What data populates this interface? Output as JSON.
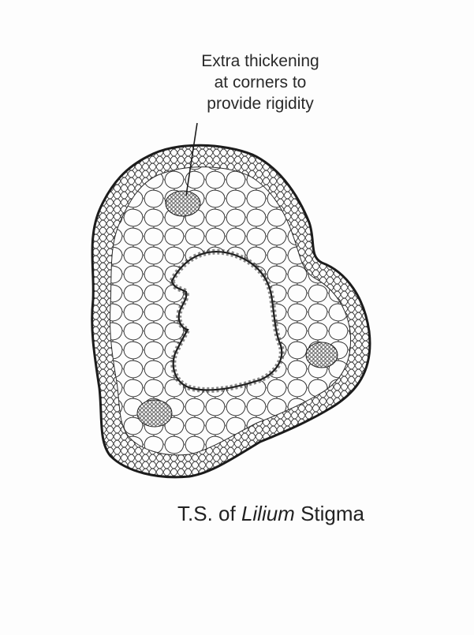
{
  "annotation": {
    "lines": [
      "Extra thickening",
      "at corners to",
      "provide rigidity"
    ]
  },
  "caption": {
    "prefix": "T.S. of",
    "genus": "Lilium",
    "suffix": "Stigma"
  },
  "colors": {
    "ink": "#1c1c1c",
    "paper": "#fdfdfd"
  }
}
